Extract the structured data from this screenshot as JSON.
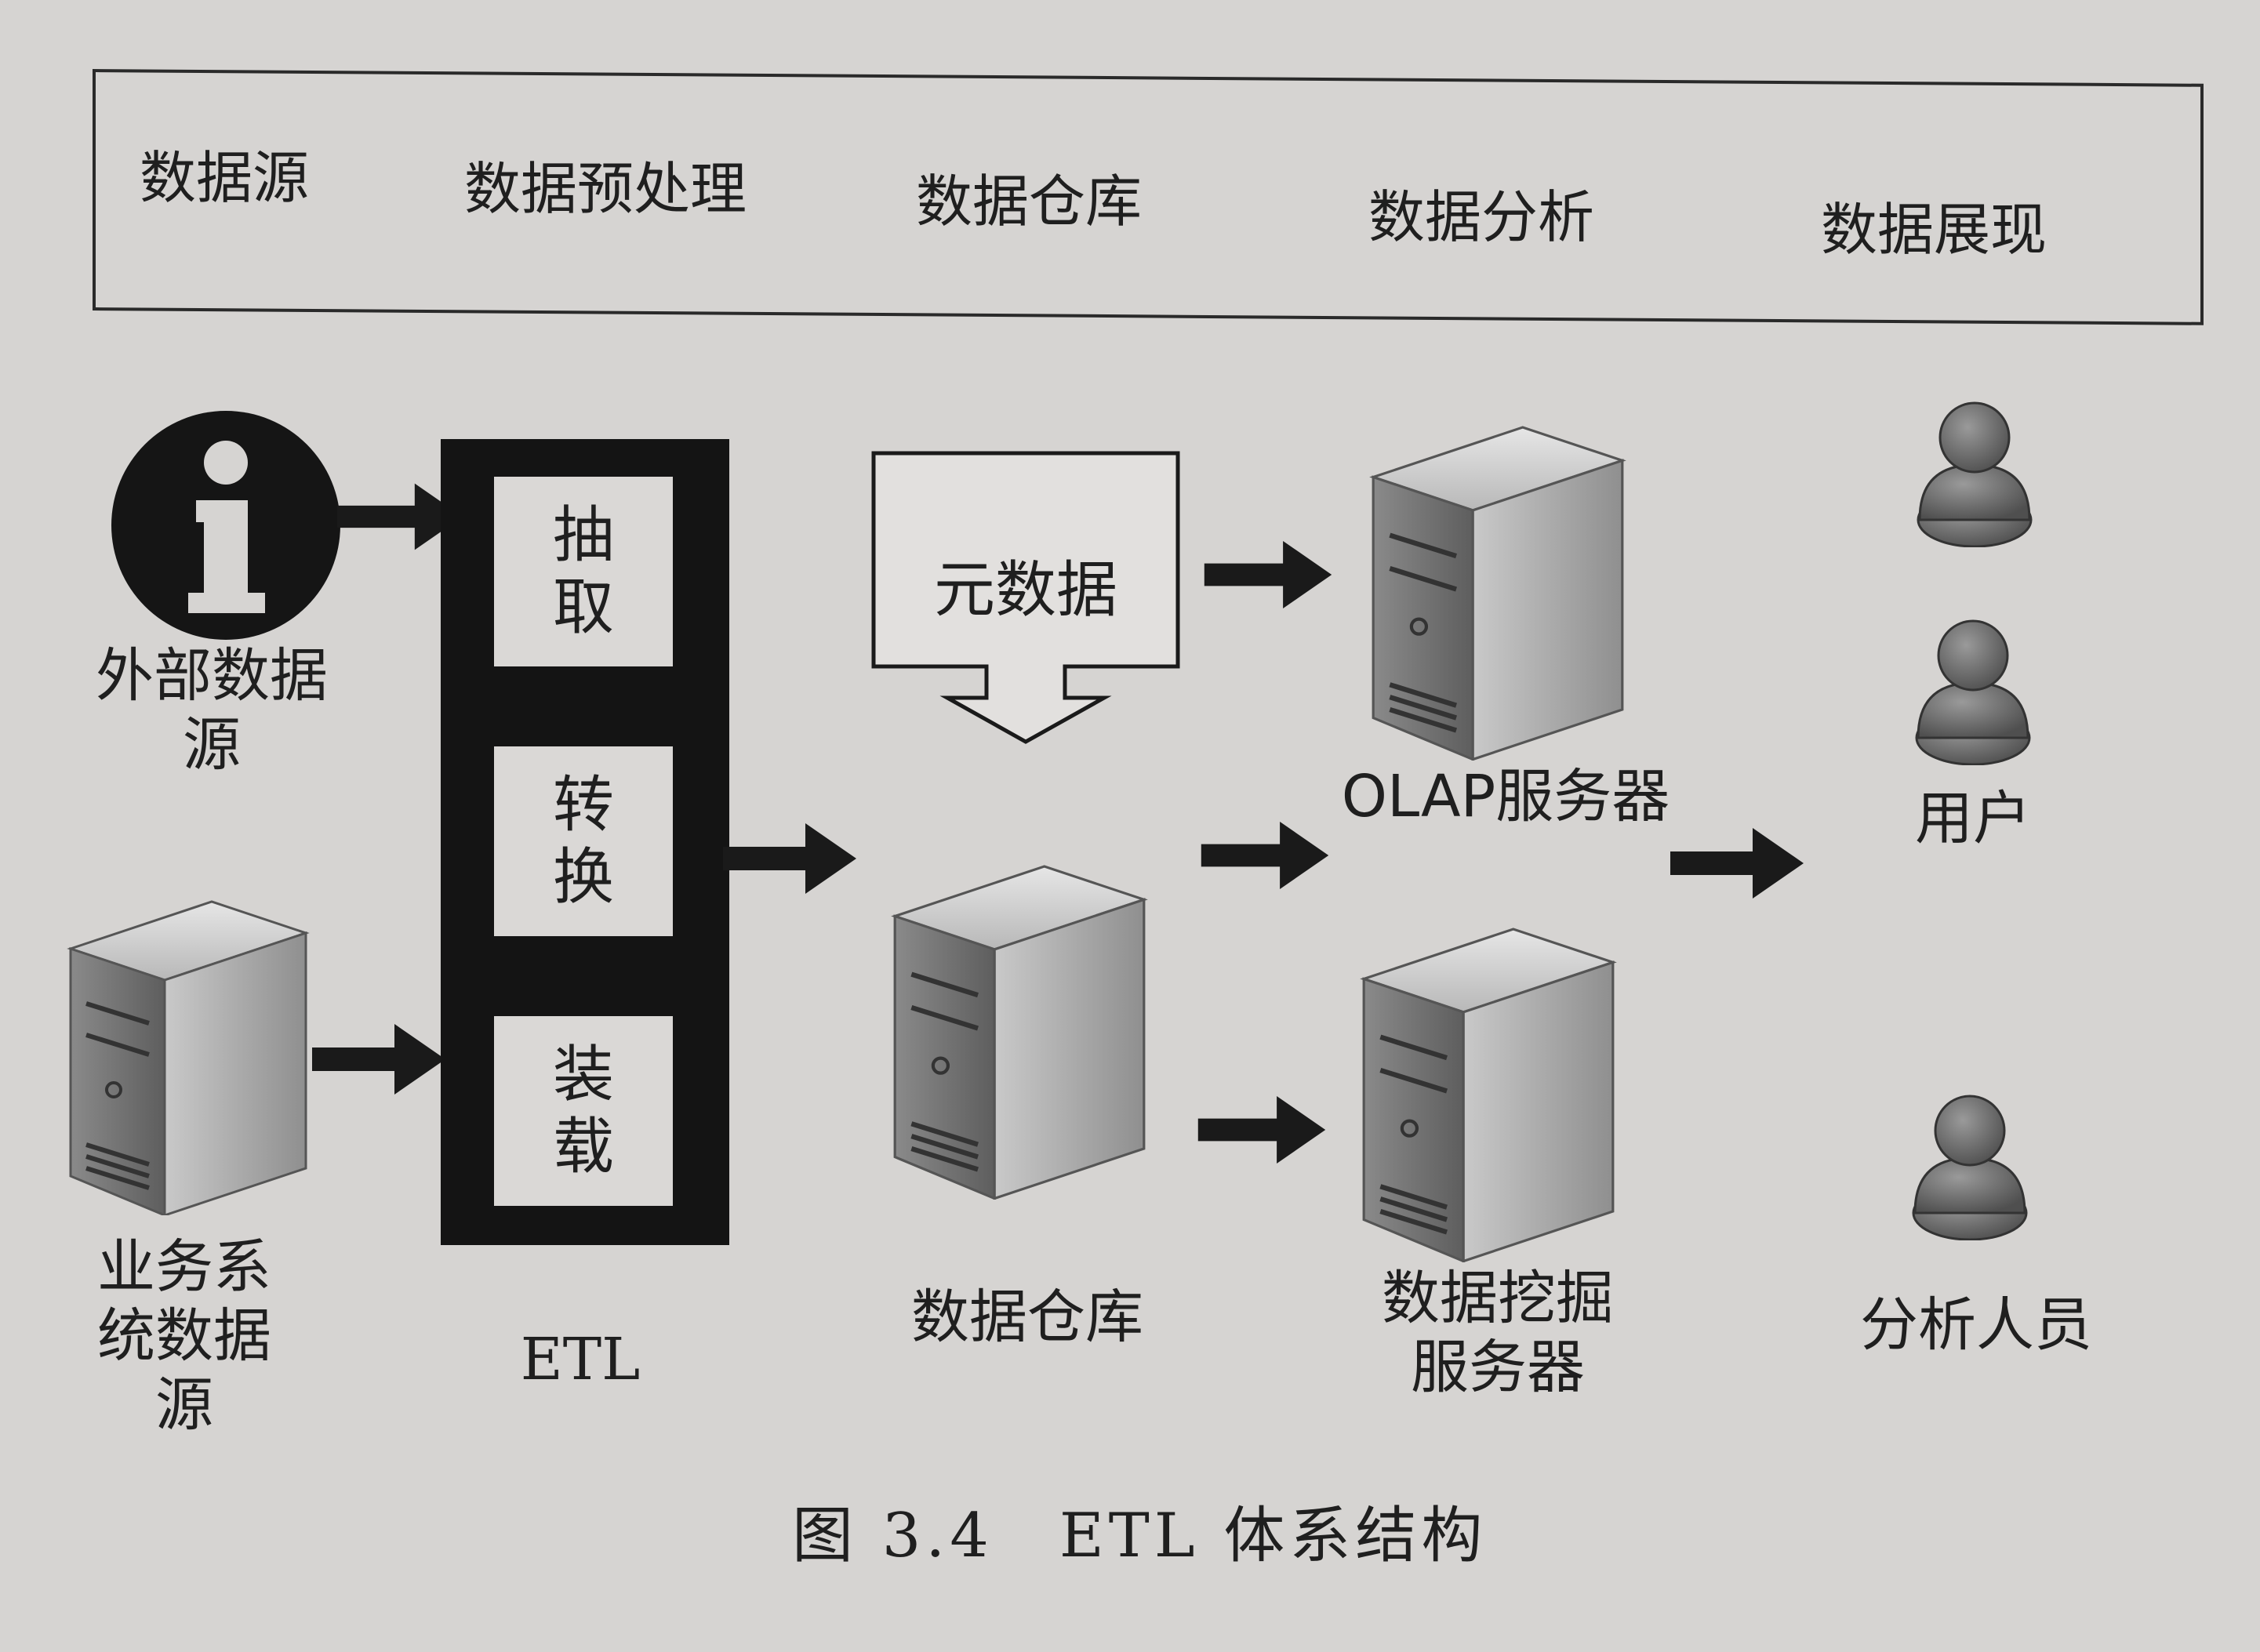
{
  "stages": [
    "数据源",
    "数据预处理",
    "数据仓库",
    "数据分析",
    "数据展现"
  ],
  "sources": {
    "external": "外部数据源",
    "business": "业务系统数据源"
  },
  "etl": {
    "steps": [
      "抽取",
      "转换",
      "装载"
    ],
    "label": "ETL"
  },
  "metadata": "元数据",
  "warehouse": "数据仓库",
  "olap_server": "OLAP服务器",
  "mining_server": "数据挖掘服务器",
  "users": {
    "user": "用户",
    "analyst": "分析人员"
  },
  "caption": "图 3.4　ETL 体系结构",
  "colors": {
    "background": "#d6d4d2",
    "ink": "#141414",
    "server_gray": "#9c9c9c",
    "person_gray": "#6b6b6b"
  },
  "icons": [
    "info-icon",
    "server-icon",
    "person-icon",
    "arrow-right-icon",
    "arrow-down-outline-icon"
  ]
}
